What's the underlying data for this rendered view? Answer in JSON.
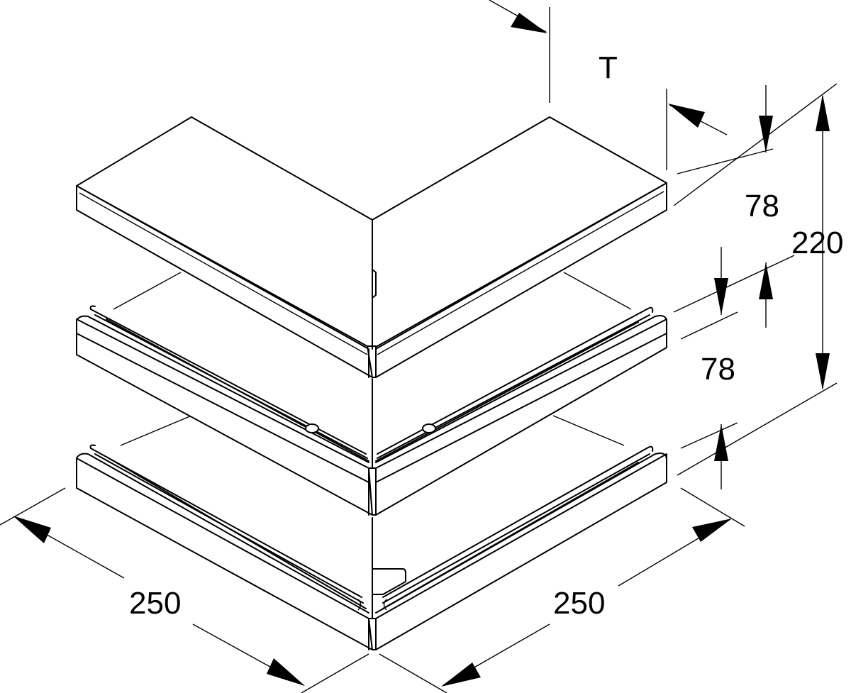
{
  "diagram": {
    "labels": {
      "thickness": "T",
      "height_top": "78",
      "height_bottom": "78",
      "height_total": "220",
      "width_left": "250",
      "width_right": "250"
    }
  }
}
